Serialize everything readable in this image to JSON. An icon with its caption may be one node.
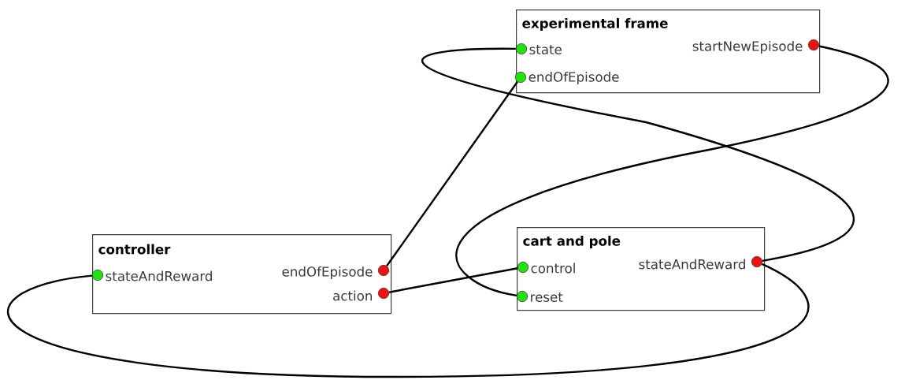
{
  "diagram": {
    "nodes": [
      {
        "text": [
          "experimental frame"
        ]
      },
      {
        "text": [
          "state"
        ],
        "in": 0
      },
      {
        "text": [
          "endOfEpisode"
        ],
        "in": 0
      },
      {
        "text": [
          "startNewEpisode"
        ],
        "in": 0
      },
      {
        "text": [
          "controller"
        ]
      },
      {
        "text": [
          "stateAndReward"
        ],
        "in": 4
      },
      {
        "text": [
          "endOfEpisode"
        ],
        "in": 4
      },
      {
        "text": [
          "action"
        ],
        "in": 4
      },
      {
        "text": [
          "cart and pole"
        ]
      },
      {
        "text": [
          "control"
        ],
        "in": 8
      },
      {
        "text": [
          "reset"
        ],
        "in": 8
      },
      {
        "text": [
          "stateAndReward"
        ],
        "in": 8
      }
    ],
    "edges": [
      {
        "from": 6,
        "to": 2,
        "arrow": "none"
      },
      {
        "from": 7,
        "to": 9,
        "arrow": "none"
      },
      {
        "from": 11,
        "to": 1,
        "arrow": "none"
      },
      {
        "from": 3,
        "to": 10,
        "arrow": "none"
      },
      {
        "from": 11,
        "to": 5,
        "arrow": "none"
      }
    ]
  }
}
